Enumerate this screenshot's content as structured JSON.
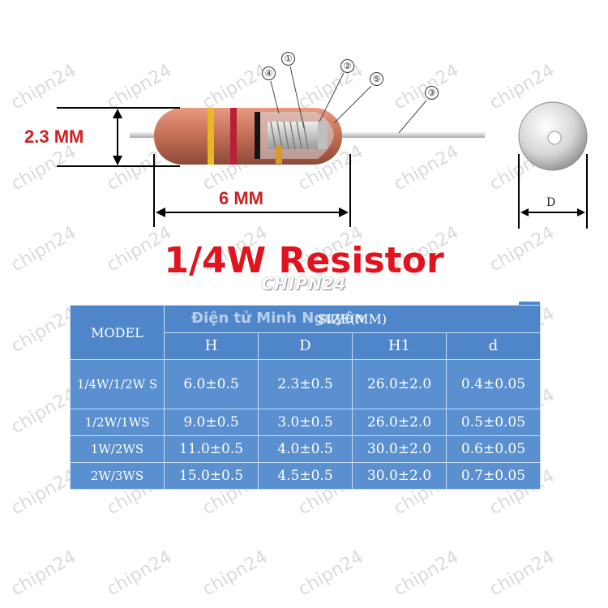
{
  "dimensions": {
    "diameter_label": "2.3 MM",
    "length_label": "6 MM",
    "end_view_label": "D"
  },
  "callouts": [
    "①",
    "②",
    "③",
    "④",
    "⑤"
  ],
  "title": "1/4W Resistor",
  "brand_mark": "CHIPN24",
  "table_watermark": "Điện tử Minh Nguyên",
  "watermark_text": "chipn24",
  "colors": {
    "resistor_body": "#c8715a",
    "band_1": "#e8b820",
    "band_2": "#b8203a",
    "band_3": "#151515",
    "band_4": "#d89a2a",
    "title_red": "#e0141e",
    "table_blue": "#5a8fd0"
  },
  "table": {
    "model_header": "MODEL",
    "size_header": "SIZE(MM)",
    "columns": [
      "H",
      "D",
      "H1",
      "d"
    ],
    "rows": [
      {
        "model": "1/4W/1/2W S",
        "values": [
          "6.0±0.5",
          "2.3±0.5",
          "26.0±2.0",
          "0.4±0.05"
        ]
      },
      {
        "model": "1/2W/1WS",
        "values": [
          "9.0±0.5",
          "3.0±0.5",
          "26.0±2.0",
          "0.5±0.05"
        ]
      },
      {
        "model": "1W/2WS",
        "values": [
          "11.0±0.5",
          "4.0±0.5",
          "30.0±2.0",
          "0.6±0.05"
        ]
      },
      {
        "model": "2W/3WS",
        "values": [
          "15.0±0.5",
          "4.5±0.5",
          "30.0±2.0",
          "0.7±0.05"
        ]
      }
    ]
  }
}
